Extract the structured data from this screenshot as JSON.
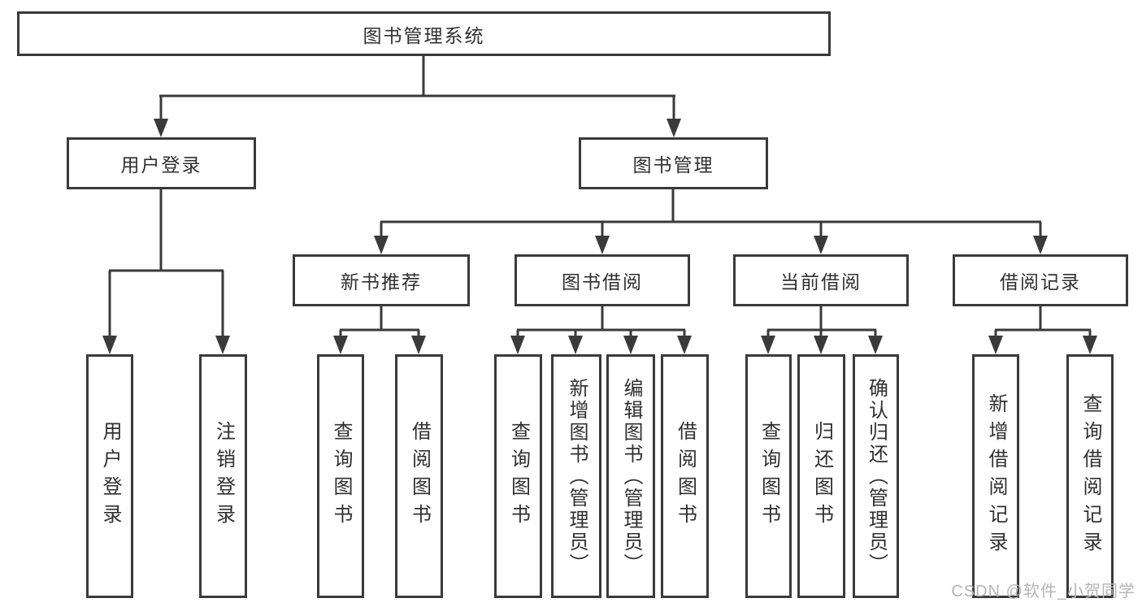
{
  "diagram": {
    "root": {
      "label": "图书管理系统"
    },
    "level2": [
      {
        "label": "用户登录",
        "children": [
          {
            "label": "用户登录"
          },
          {
            "label": "注销登录"
          }
        ]
      },
      {
        "label": "图书管理",
        "children": [
          {
            "label": "新书推荐",
            "children": [
              {
                "label": "查询图书"
              },
              {
                "label": "借阅图书"
              }
            ]
          },
          {
            "label": "图书借阅",
            "children": [
              {
                "label": "查询图书"
              },
              {
                "label": "新增图书（管理员）"
              },
              {
                "label": "编辑图书（管理员）"
              },
              {
                "label": "借阅图书"
              }
            ]
          },
          {
            "label": "当前借阅",
            "children": [
              {
                "label": "查询图书"
              },
              {
                "label": "归还图书"
              },
              {
                "label": "确认归还（管理员）"
              }
            ]
          },
          {
            "label": "借阅记录",
            "children": [
              {
                "label": "新增借阅记录"
              },
              {
                "label": "查询借阅记录"
              }
            ]
          }
        ]
      }
    ]
  },
  "watermark": {
    "text": "CSDN @软件_小贺同学"
  },
  "colors": {
    "line": "#3a3a3a",
    "text": "#303030",
    "watermark": "#b4b4b4",
    "background": "#ffffff"
  }
}
